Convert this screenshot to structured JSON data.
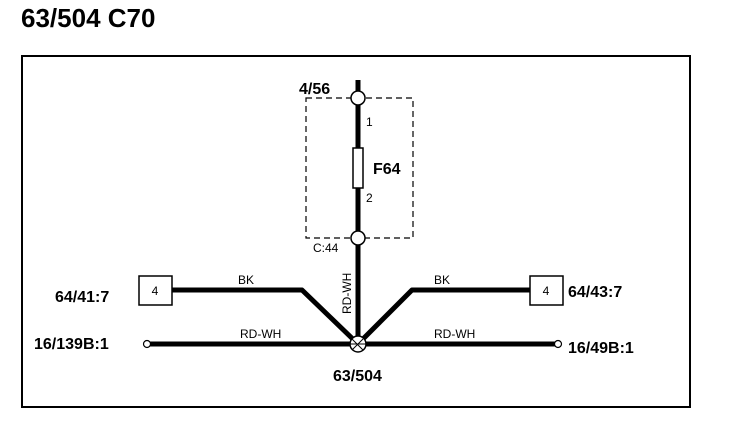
{
  "title": "63/504 C70",
  "nodes": {
    "top_connector": "4/56",
    "bottom_connector": "C:44",
    "fuse": "F64",
    "pin_top": "1",
    "pin_bottom": "2",
    "splice": "63/504",
    "left_box_num": "4",
    "left_box_label": "64/41:7",
    "right_box_num": "4",
    "right_box_label": "64/43:7",
    "left_end_label": "16/139B:1",
    "right_end_label": "16/49B:1"
  },
  "wires": {
    "vertical": "RD-WH",
    "left_upper": "BK",
    "right_upper": "BK",
    "left_lower": "RD-WH",
    "right_lower": "RD-WH"
  },
  "colors": {
    "line": "#000000",
    "background": "#ffffff"
  }
}
